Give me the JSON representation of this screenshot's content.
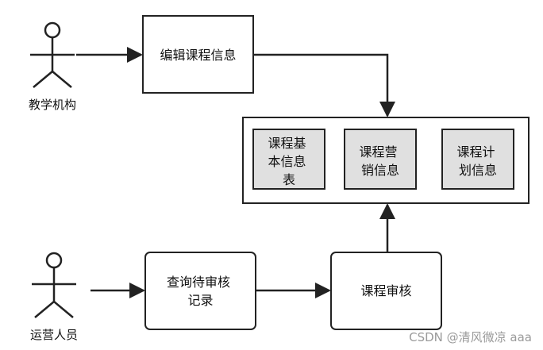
{
  "actors": {
    "institution": "教学机构",
    "operator": "运营人员"
  },
  "boxes": {
    "edit_course_info": "编辑课程信息",
    "query_pending": [
      "查询待审核",
      "记录"
    ],
    "course_review": "课程审核"
  },
  "info_group": {
    "basic": [
      "课程基",
      "本信息",
      "表"
    ],
    "marketing": [
      "课程营",
      "销信息"
    ],
    "plan": [
      "课程计",
      "划信息"
    ]
  },
  "watermark": "CSDN @清风微凉 aaa",
  "colors": {
    "stroke": "#222222",
    "inner_fill": "#e0e0e0",
    "text": "#111111",
    "watermark": "#9a9a9a"
  }
}
